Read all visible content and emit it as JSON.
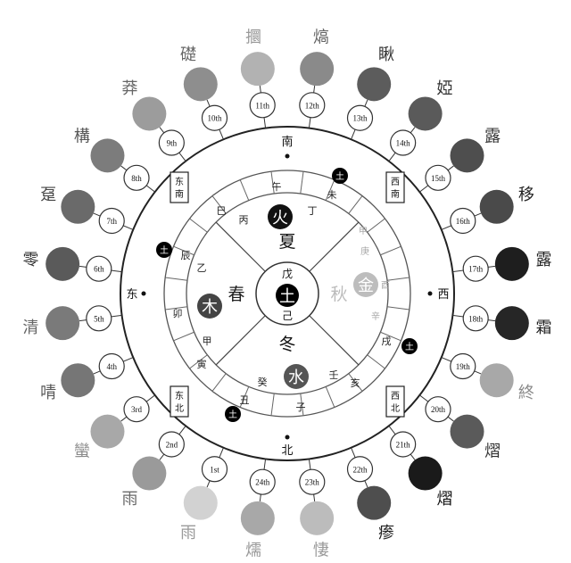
{
  "terms": [
    {
      "ordinal": "1st",
      "glyph": "雨",
      "shade": "#d2d2d2",
      "label_color": "#9a9a9a"
    },
    {
      "ordinal": "2nd",
      "glyph": "雨",
      "shade": "#9a9a9a",
      "label_color": "#6a6a6a"
    },
    {
      "ordinal": "3rd",
      "glyph": "蠻",
      "shade": "#a8a8a8",
      "label_color": "#8a8a8a"
    },
    {
      "ordinal": "4th",
      "glyph": "啨",
      "shade": "#767676",
      "label_color": "#555555"
    },
    {
      "ordinal": "5th",
      "glyph": "清",
      "shade": "#7a7a7a",
      "label_color": "#666666"
    },
    {
      "ordinal": "6th",
      "glyph": "零",
      "shade": "#5a5a5a",
      "label_color": "#333333"
    },
    {
      "ordinal": "7th",
      "glyph": "趸",
      "shade": "#6a6a6a",
      "label_color": "#444444"
    },
    {
      "ordinal": "8th",
      "glyph": "構",
      "shade": "#7c7c7c",
      "label_color": "#555555"
    },
    {
      "ordinal": "9th",
      "glyph": "莽",
      "shade": "#9c9c9c",
      "label_color": "#666666"
    },
    {
      "ordinal": "10th",
      "glyph": "礎",
      "shade": "#8e8e8e",
      "label_color": "#666666"
    },
    {
      "ordinal": "11th",
      "glyph": "攌",
      "shade": "#b2b2b2",
      "label_color": "#999999"
    },
    {
      "ordinal": "12th",
      "glyph": "熇",
      "shade": "#8a8a8a",
      "label_color": "#666666"
    },
    {
      "ordinal": "13th",
      "glyph": "瞅",
      "shade": "#5c5c5c",
      "label_color": "#333333"
    },
    {
      "ordinal": "14th",
      "glyph": "婭",
      "shade": "#5a5a5a",
      "label_color": "#333333"
    },
    {
      "ordinal": "15th",
      "glyph": "露",
      "shade": "#4e4e4e",
      "label_color": "#333333"
    },
    {
      "ordinal": "16th",
      "glyph": "移",
      "shade": "#4a4a4a",
      "label_color": "#222222"
    },
    {
      "ordinal": "17th",
      "glyph": "露",
      "shade": "#1e1e1e",
      "label_color": "#222222"
    },
    {
      "ordinal": "18th",
      "glyph": "霜",
      "shade": "#262626",
      "label_color": "#222222"
    },
    {
      "ordinal": "19th",
      "glyph": "終",
      "shade": "#a8a8a8",
      "label_color": "#8a8a8a"
    },
    {
      "ordinal": "20th",
      "glyph": "熠",
      "shade": "#5a5a5a",
      "label_color": "#333333"
    },
    {
      "ordinal": "21th",
      "glyph": "熠",
      "shade": "#1a1a1a",
      "label_color": "#111111"
    },
    {
      "ordinal": "22th",
      "glyph": "瘆",
      "shade": "#4e4e4e",
      "label_color": "#222222"
    },
    {
      "ordinal": "23th",
      "glyph": "悽",
      "shade": "#bcbcbc",
      "label_color": "#9a9a9a"
    },
    {
      "ordinal": "24th",
      "glyph": "燸",
      "shade": "#a8a8a8",
      "label_color": "#9a9a9a"
    }
  ],
  "directions": {
    "north": "北",
    "south": "南",
    "east": "东",
    "west": "西"
  },
  "corner_tags": {
    "ne": "西南",
    "nw": "东南",
    "se": "西北",
    "sw": "东北"
  },
  "seasons": {
    "summer": "夏",
    "spring": "春",
    "autumn": "秋",
    "winter": "冬"
  },
  "elements": {
    "fire": {
      "glyph": "火",
      "shade": "#111111"
    },
    "wood": {
      "glyph": "木",
      "shade": "#444444"
    },
    "metal": {
      "glyph": "金",
      "shade": "#bdbdbd"
    },
    "water": {
      "glyph": "水",
      "shade": "#555555"
    },
    "earth": {
      "glyph": "土",
      "shade": "#000000"
    }
  },
  "center_glyphs": {
    "top": "戊",
    "middle": "土",
    "bottom": "己"
  },
  "branches": {
    "wu": "午",
    "wei": "未",
    "shen": "申",
    "you": "酉",
    "xu": "戌",
    "hai": "亥",
    "zi": "子",
    "chou": "丑",
    "yin": "寅",
    "mao": "卯",
    "chen": "辰",
    "si": "巳"
  },
  "stems": {
    "bing": "丙",
    "ding": "丁",
    "geng": "庚",
    "xin": "辛",
    "ren": "壬",
    "gui": "癸",
    "jia": "甲",
    "yi": "乙"
  },
  "earth_marker_glyph": "土"
}
